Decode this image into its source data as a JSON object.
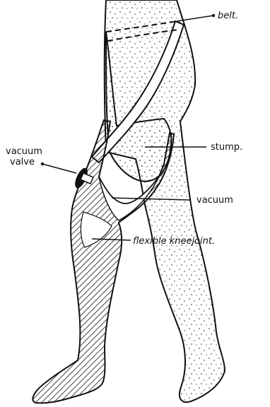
{
  "labels": {
    "belt": "belt.",
    "vacuum_valve_line1": "vacuum",
    "vacuum_valve_line2": "valve",
    "stump": "stump.",
    "vacuum": "vacuum",
    "flexible_kneejoint": "flexible kneejoint."
  },
  "colors": {
    "ink": "#111111",
    "paper": "#ffffff"
  }
}
